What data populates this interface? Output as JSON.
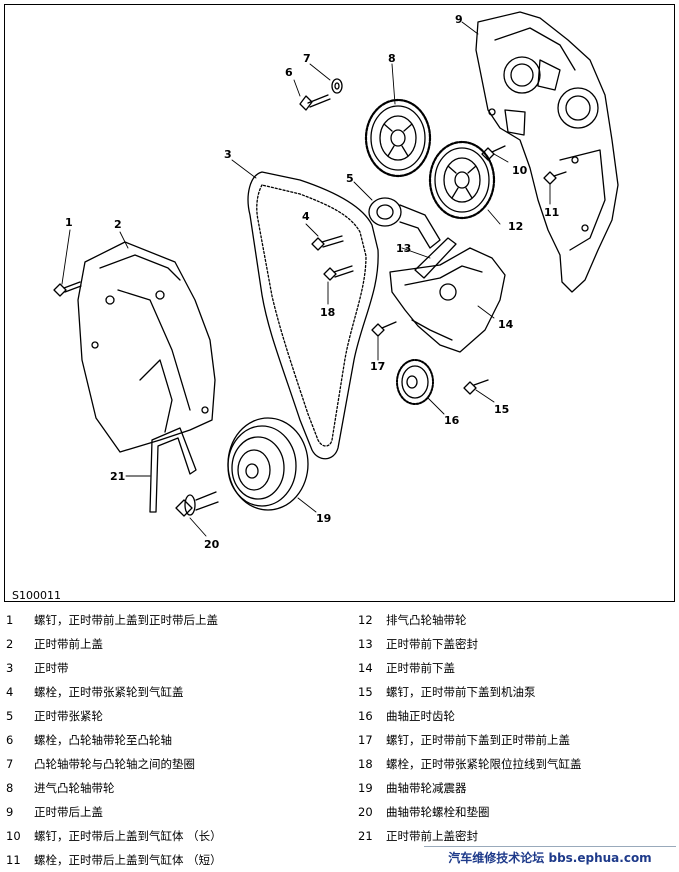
{
  "figure_code": "S100011",
  "callouts": [
    "1",
    "2",
    "3",
    "4",
    "5",
    "6",
    "7",
    "8",
    "9",
    "10",
    "11",
    "12",
    "13",
    "14",
    "15",
    "16",
    "17",
    "18",
    "19",
    "20",
    "21"
  ],
  "legend_left": [
    {
      "num": "1",
      "text": "螺钉，正时带前上盖到正时带后上盖"
    },
    {
      "num": "2",
      "text": "正时带前上盖"
    },
    {
      "num": "3",
      "text": "正时带"
    },
    {
      "num": "4",
      "text": "螺栓，正时带张紧轮到气缸盖"
    },
    {
      "num": "5",
      "text": "正时带张紧轮"
    },
    {
      "num": "6",
      "text": "螺栓，凸轮轴带轮至凸轮轴"
    },
    {
      "num": "7",
      "text": "凸轮轴带轮与凸轮轴之间的垫圈"
    },
    {
      "num": "8",
      "text": "进气凸轮轴带轮"
    },
    {
      "num": "9",
      "text": "正时带后上盖"
    },
    {
      "num": "10",
      "text": "螺钉，正时带后上盖到气缸体 （长）"
    },
    {
      "num": "11",
      "text": "螺栓，正时带后上盖到气缸体 （短）"
    }
  ],
  "legend_right": [
    {
      "num": "12",
      "text": "排气凸轮轴带轮"
    },
    {
      "num": "13",
      "text": "正时带前下盖密封"
    },
    {
      "num": "14",
      "text": "正时带前下盖"
    },
    {
      "num": "15",
      "text": "螺钉，正时带前下盖到机油泵"
    },
    {
      "num": "16",
      "text": "曲轴正时齿轮"
    },
    {
      "num": "17",
      "text": "螺钉，正时带前下盖到正时带前上盖"
    },
    {
      "num": "18",
      "text": "螺栓，正时带张紧轮限位拉线到气缸盖"
    },
    {
      "num": "19",
      "text": "曲轴带轮减震器"
    },
    {
      "num": "20",
      "text": "曲轴带轮螺栓和垫圈"
    },
    {
      "num": "21",
      "text": "正时带前上盖密封"
    }
  ],
  "watermark": "汽车维修技术论坛 bbs.ephua.com"
}
